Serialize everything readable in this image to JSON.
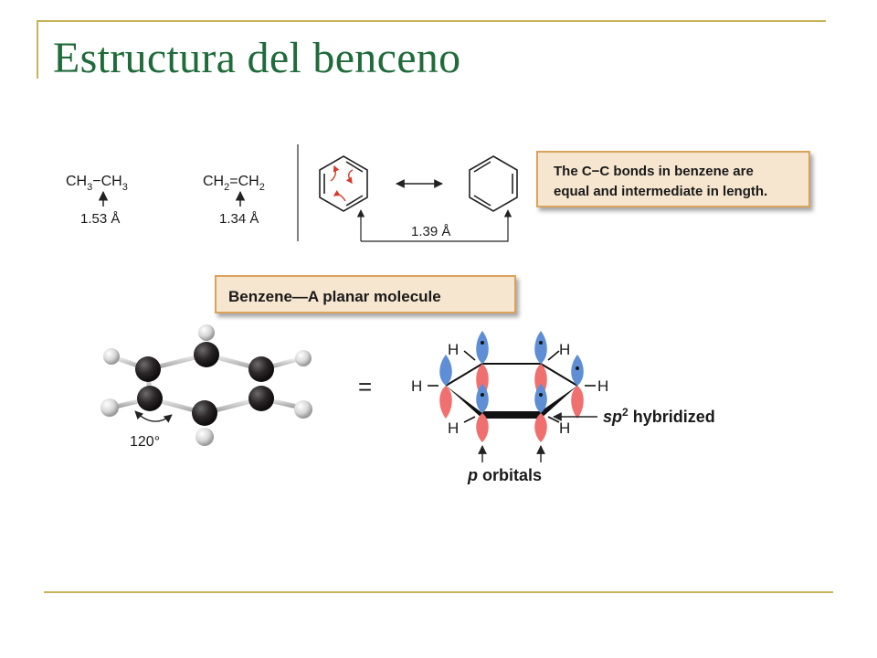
{
  "slide": {
    "title": "Estructura del benceno"
  },
  "bonds": {
    "ethane": {
      "left": "CH",
      "sub1": "3",
      "dash": "−",
      "right": "CH",
      "sub2": "3",
      "length": "1.53 Å"
    },
    "ethene": {
      "left": "CH",
      "sub1": "2",
      "dash": "=",
      "right": "CH",
      "sub2": "2",
      "length": "1.34 Å"
    },
    "benzene_length": "1.39 Å"
  },
  "callouts": {
    "equal_bonds_line1": "The C−C bonds in benzene are",
    "equal_bonds_line2": "equal and intermediate in length.",
    "planar": "Benzene—A planar molecule"
  },
  "ball_model": {
    "angle": "120°"
  },
  "orbital_diagram": {
    "equals": "=",
    "h": "H",
    "sp2_italic": "sp",
    "sp2_sup": "2",
    "sp2_rest": " hybridized",
    "p_italic": "p",
    "p_rest": " orbitals"
  },
  "colors": {
    "title": "#1f6b3a",
    "frame": "#c8b25a",
    "callout_fill": "#f6e6cf",
    "callout_border": "#d9a35c",
    "arrow_red": "#d63a2a",
    "orbital_blue": "#5e8fd6",
    "orbital_red": "#f07070",
    "carbon": "#231f20"
  }
}
